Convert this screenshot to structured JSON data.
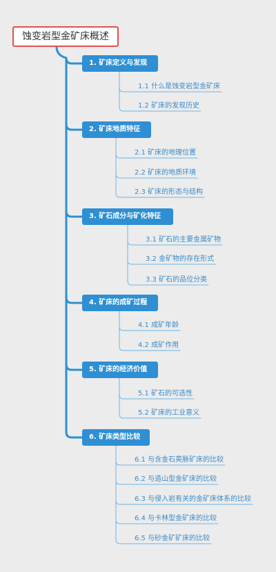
{
  "root": {
    "label": "蚀变岩型金矿床概述"
  },
  "branches": [
    {
      "label": "1. 矿床定义与发现",
      "children": [
        "1.1 什么是蚀变岩型金矿床",
        "1.2 矿床的发现历史"
      ]
    },
    {
      "label": "2. 矿床地质特征",
      "children": [
        "2.1 矿床的地理位置",
        "2.2 矿床的地质环境",
        "2.3 矿床的形态与结构"
      ]
    },
    {
      "label": "3. 矿石成分与矿化特征",
      "children": [
        "3.1 矿石的主要金属矿物",
        "3.2 金矿物的存在形式",
        "3.3 矿石的品位分类"
      ]
    },
    {
      "label": "4. 矿床的成矿过程",
      "children": [
        "4.1 成矿年龄",
        "4.2 成矿作用"
      ]
    },
    {
      "label": "5. 矿床的经济价值",
      "children": [
        "5.1 矿石的可选性",
        "5.2 矿床的工业意义"
      ]
    },
    {
      "label": "6. 矿床类型比较",
      "children": [
        "6.1 与含金石英脉矿床的比较",
        "6.2 与造山型金矿床的比较",
        "6.3 与侵入岩有关的金矿床体系的比较",
        "6.4 与卡林型金矿床的比较",
        "6.5 与砂金矿矿床的比较"
      ]
    }
  ],
  "colors": {
    "branch_fill": "#2e8fd3",
    "trunk_line": "#2e8fd3",
    "leaf_line": "#6cb6e8",
    "leaf_text": "#3b8ac6",
    "root_border": "#e0524e"
  }
}
